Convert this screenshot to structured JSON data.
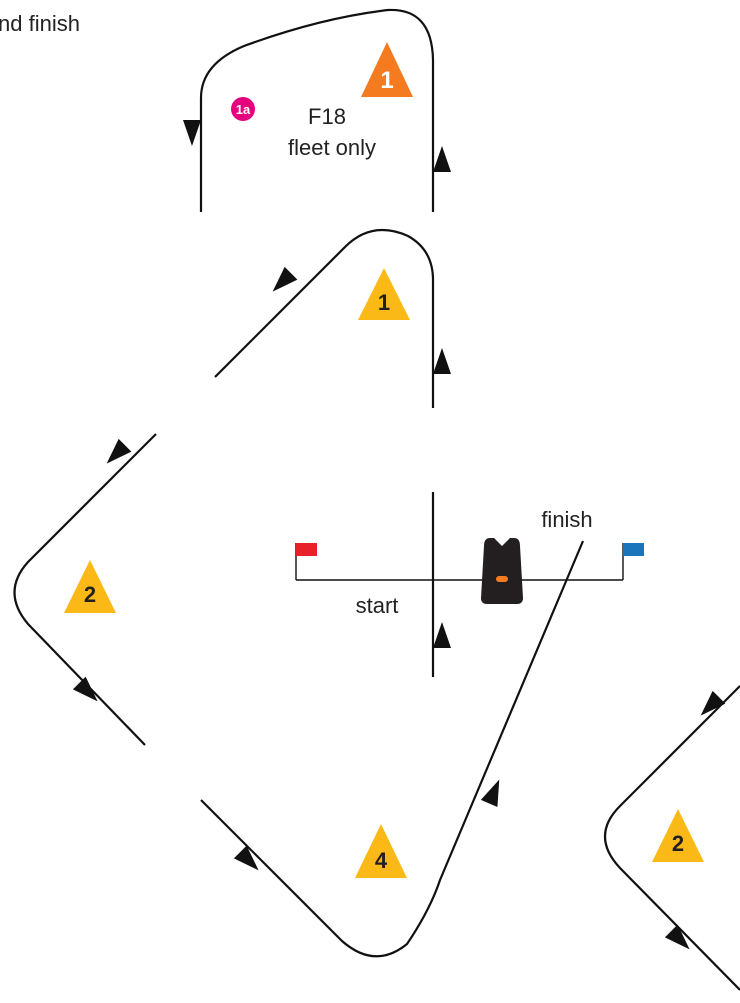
{
  "texts": {
    "title_fragment": "nd finish",
    "f18_line1": "F18",
    "f18_line2": "fleet only",
    "mark_1a": "1a",
    "start": "start",
    "finish": "finish"
  },
  "marks": {
    "top_orange": "1",
    "upper_yellow": "1",
    "left_yellow": "2",
    "bottom_yellow": "4",
    "right_yellow": "2"
  },
  "colors": {
    "orange_mark": "#F47B20",
    "yellow_mark": "#FBB917",
    "pink_mark": "#E6007E",
    "red_flag": "#E8202A",
    "blue_flag": "#1B75BC",
    "committee_boat": "#231F20",
    "boat_light": "#F47B20",
    "track": "#111111"
  }
}
